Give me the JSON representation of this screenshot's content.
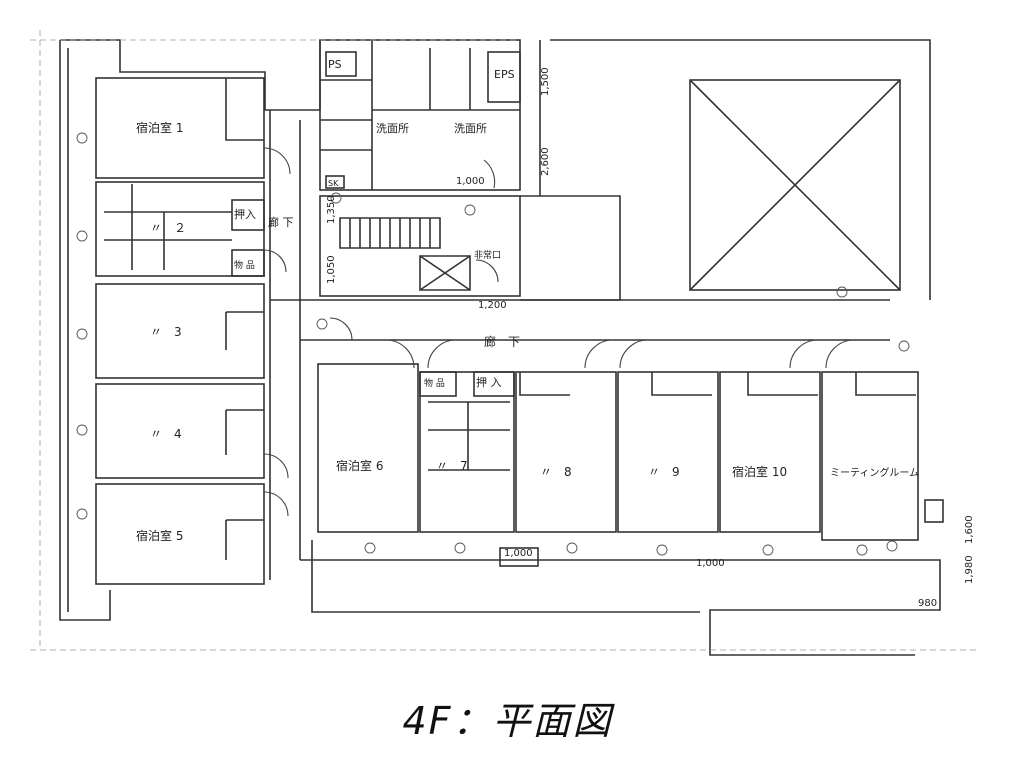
{
  "caption": "4F：平面図",
  "rooms": {
    "r1": "宿泊室 1",
    "r2": "〃　２",
    "r3": "〃　3",
    "r4": "〃　4",
    "r5": "宿泊室 5",
    "r6": "宿泊室 6",
    "r7": "〃　7",
    "r8": "〃　8",
    "r9": "〃　9",
    "r10": "宿泊室 10",
    "meeting": "ミーティングルーム",
    "corridor_upper": "廊 下",
    "corridor_main": "廊　下",
    "oshiire_upper": "押入",
    "oshiire_lower": "押 入",
    "store_upper": "物 品",
    "store_lower": "物 品",
    "ps": "PS",
    "eps": "EPS",
    "washroom_left": "洗面所",
    "washroom_right": "洗面所",
    "stair_exit": "非常口",
    "sk": "SK"
  },
  "dimensions": {
    "d1500": "1,500",
    "d2600": "2,600",
    "d1000a": "1,000",
    "d1000b": "1,000",
    "d1000c": "1,000",
    "d1200": "1,200",
    "d1350": "1,350",
    "d1050": "1,050",
    "d1980": "1,980",
    "d1600": "1,600",
    "d980": "980"
  },
  "colors": {
    "line": "#333333",
    "faint": "#9a9a9a"
  }
}
